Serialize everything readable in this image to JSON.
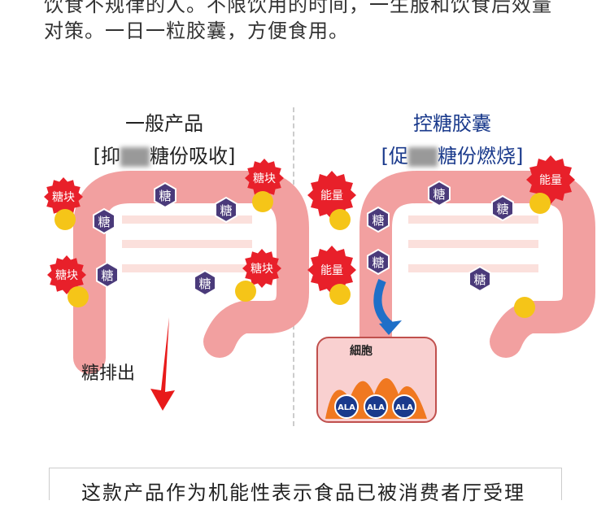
{
  "intro": {
    "line1": "饮食不规律的人。不限饮用的时间，一生服和饮食后效量",
    "line2": "对策。一日一粒胶囊，方便食用。"
  },
  "left": {
    "title": "一般产品",
    "subtitle_start": "[抑",
    "subtitle_end": "糖份吸收]",
    "sugar": "糖",
    "sugar_block": "糖块",
    "excrete": "糖排出"
  },
  "right": {
    "title": "控糖胶囊",
    "subtitle_start": "[促",
    "subtitle_end": "糖份燃烧]",
    "sugar": "糖",
    "energy": "能量",
    "cell": "細胞",
    "ala": "ALA"
  },
  "colors": {
    "right_title": "#1a3a8c",
    "hexagon": "#4a3a7a",
    "burst": "#e8202a",
    "colon": "#f2a0a0"
  },
  "bottom": {
    "text": "这款产品作为机能性表示食品已被消费者厅受理"
  }
}
